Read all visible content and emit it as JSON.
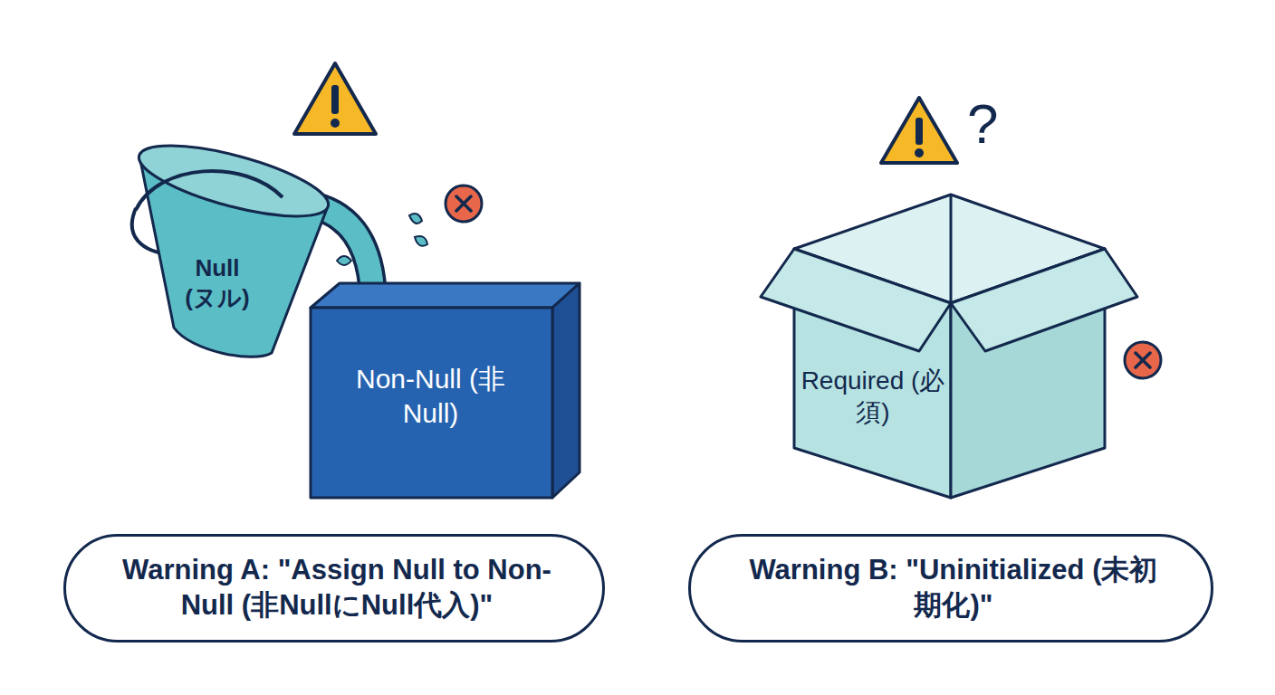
{
  "diagram": {
    "nodes": [
      {
        "text": [
          "Null (ヌル)"
        ]
      },
      {
        "text": [
          "Non-Null (非Null)"
        ]
      },
      {
        "text": [
          "Required (必須)"
        ]
      },
      {
        "text": [
          "Warning A: \"Assign Null to Non-Null (非NullにNull代入)\""
        ]
      },
      {
        "text": [
          "Warning B: \"Uninitialized (未初期化)\""
        ]
      }
    ],
    "labels": [
      "?"
    ]
  }
}
